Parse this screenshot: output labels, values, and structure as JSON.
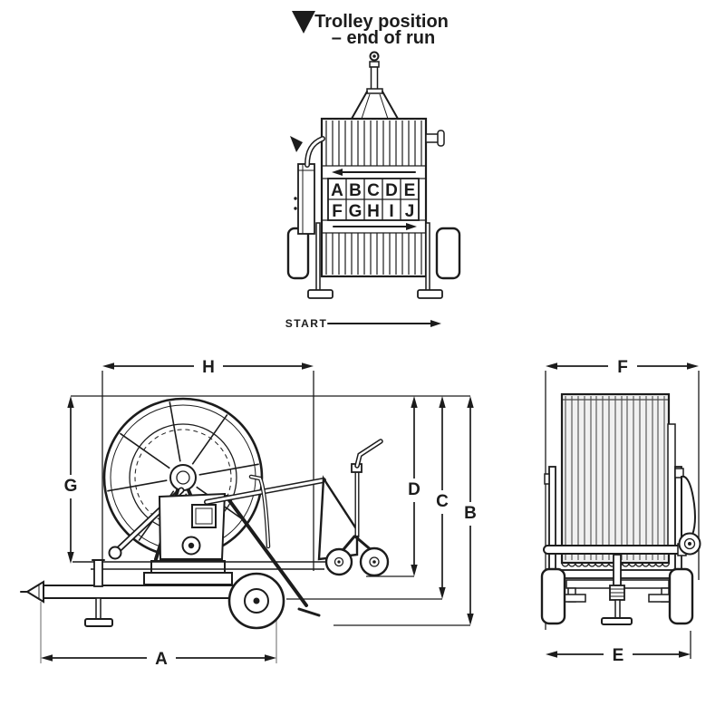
{
  "header": {
    "title_line1": "Trolley position",
    "title_line2": "– end of run",
    "marker_icon": "filled-down-triangle"
  },
  "top_view": {
    "slots": [
      "A",
      "B",
      "C",
      "D",
      "E",
      "F",
      "G",
      "H",
      "I",
      "J"
    ],
    "start_label": "START",
    "winding_arrow_top": "arrow-left",
    "winding_arrow_bottom": "arrow-right",
    "start_arrow": "arrow-right"
  },
  "side_view": {
    "labels": {
      "h": "H",
      "g": "G",
      "a": "A",
      "d": "D",
      "c": "C",
      "b": "B"
    }
  },
  "rear_view": {
    "labels": {
      "f": "F",
      "e": "E"
    }
  },
  "colors": {
    "ink": "#1c1c1c",
    "paper": "#ffffff",
    "drum_fill": "#f0f0f0",
    "witness": "#9a9a9a"
  }
}
